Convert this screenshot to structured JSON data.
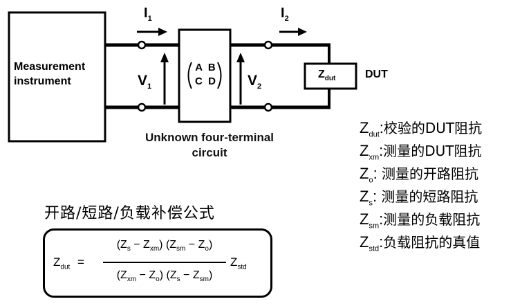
{
  "diagram": {
    "instrument_label_line1": "Measurement",
    "instrument_label_line2": "instrument",
    "current_1": "I",
    "current_1_sub": "1",
    "current_2": "I",
    "current_2_sub": "2",
    "voltage_1": "V",
    "voltage_1_sub": "1",
    "voltage_2": "V",
    "voltage_2_sub": "2",
    "matrix_row1": "A  B",
    "matrix_row2": "C  D",
    "dut_box_symbol": "Z",
    "dut_box_sub": "dut",
    "dut_label": "DUT",
    "caption_line1": "Unknown four-terminal",
    "caption_line2": "circuit"
  },
  "legend": [
    {
      "symbol": "Z",
      "sub": "dut",
      "text": "校验的DUT阻抗"
    },
    {
      "symbol": "Z",
      "sub": "xm",
      "text": "测量的DUT阻抗"
    },
    {
      "symbol": "Z",
      "sub": "o",
      "text": " 测量的开路阻抗"
    },
    {
      "symbol": "Z",
      "sub": "s",
      "text": " 测量的短路阻抗"
    },
    {
      "symbol": "Z",
      "sub": "sm",
      "text": "测量的负载阻抗"
    },
    {
      "symbol": "Z",
      "sub": "std",
      "text": "负载阻抗的真值"
    }
  ],
  "formula": {
    "title": "开路/短路/负载补偿公式",
    "lhs_symbol": "Z",
    "lhs_sub": "dut",
    "equals": "=",
    "num_a": "(Z",
    "num_a_sub": "s",
    "num_b": " − Z",
    "num_b_sub": "xm",
    "num_c": ") (Z",
    "num_c_sub": "sm",
    "num_d": " − Z",
    "num_d_sub": "o",
    "num_e": ")",
    "den_a": "(Z",
    "den_a_sub": "xm",
    "den_b": " − Z",
    "den_b_sub": "o",
    "den_c": ") (Z",
    "den_c_sub": "s",
    "den_d": " − Z",
    "den_d_sub": "sm",
    "den_e": ")",
    "rhs_symbol": "Z",
    "rhs_sub": "std"
  }
}
